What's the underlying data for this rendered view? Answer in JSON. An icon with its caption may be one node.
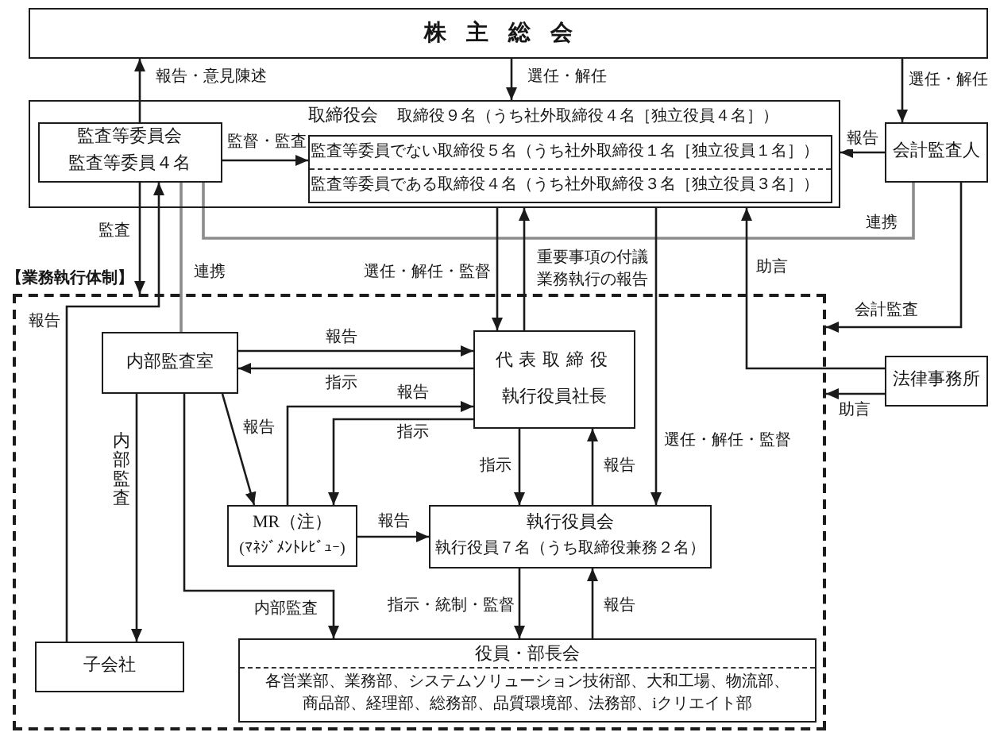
{
  "diagram": {
    "nodes": [
      {
        "text": [
          "株主総会"
        ]
      },
      {
        "text": [
          "取締役会",
          "取締役９名（うち社外取締役４名［独立役員４名］）"
        ]
      },
      {
        "text": [
          "監査等委員会",
          "監査等委員４名"
        ],
        "in": 1
      },
      {
        "text": [
          "監査等委員でない取締役５名（うち社外取締役１名［独立役員１名］）",
          "監査等委員である取締役４名（うち社外取締役３名［独立役員３名］）"
        ],
        "in": 1
      },
      {
        "text": [
          "会計監査人"
        ]
      },
      {
        "text": [
          "【業務執行体制】"
        ]
      },
      {
        "text": [
          "内部監査室"
        ],
        "in": 5
      },
      {
        "text": [
          "代表取締役",
          "執行役員社長"
        ],
        "in": 5
      },
      {
        "text": [
          "MR（注）",
          "(ﾏﾈｼﾞﾒﾝﾄﾚﾋﾞｭｰ)"
        ],
        "in": 5
      },
      {
        "text": [
          "執行役員会",
          "執行役員７名（うち取締役兼務２名）"
        ],
        "in": 5
      },
      {
        "text": [
          "子会社"
        ],
        "in": 5
      },
      {
        "text": [
          "役員・部長会",
          "各営業部、業務部、システムソリューション技術部、大和工場、物流部、商品部、経理部、総務部、品質環境部、法務部、iクリエイト部"
        ],
        "in": 5
      },
      {
        "text": [
          "法律事務所"
        ]
      }
    ],
    "edges": [
      {
        "from": 2,
        "to": 0,
        "arrow": "to",
        "label": "報告・意見陳述"
      },
      {
        "from": 0,
        "to": 1,
        "arrow": "to",
        "label": "選任・解任"
      },
      {
        "from": 0,
        "to": 4,
        "arrow": "to",
        "label": "選任・解任"
      },
      {
        "from": 2,
        "to": 3,
        "arrow": "to",
        "label": "監督・監査"
      },
      {
        "from": 4,
        "to": 1,
        "arrow": "to",
        "label": "報告"
      },
      {
        "from": 4,
        "to": 2,
        "arrow": "none",
        "label": "連携",
        "color": "#8c8c8c"
      },
      {
        "from": 2,
        "to": 6,
        "arrow": "none",
        "label": "連携",
        "color": "#8c8c8c"
      },
      {
        "from": 2,
        "to": 5,
        "arrow": "to",
        "label": "監査"
      },
      {
        "from": 10,
        "to": 2,
        "arrow": "to",
        "label": "報告"
      },
      {
        "from": 1,
        "to": 7,
        "arrow": "to",
        "label": "選任・解任・監督"
      },
      {
        "from": 7,
        "to": 1,
        "arrow": "to",
        "label": "重要事項の付議業務執行の報告"
      },
      {
        "from": 1,
        "to": 9,
        "arrow": "to",
        "label": "選任・解任・監督"
      },
      {
        "from": 12,
        "to": 1,
        "arrow": "to",
        "label": "助言"
      },
      {
        "from": 4,
        "to": 5,
        "arrow": "to",
        "label": "会計監査"
      },
      {
        "from": 12,
        "to": 5,
        "arrow": "to",
        "label": "助言"
      },
      {
        "from": 6,
        "to": 7,
        "arrow": "to",
        "label": "報告"
      },
      {
        "from": 7,
        "to": 6,
        "arrow": "to",
        "label": "指示"
      },
      {
        "from": 8,
        "to": 7,
        "arrow": "to",
        "label": "報告"
      },
      {
        "from": 7,
        "to": 8,
        "arrow": "to",
        "label": "指示"
      },
      {
        "from": 6,
        "to": 8,
        "arrow": "to",
        "label": "報告"
      },
      {
        "from": 6,
        "to": 10,
        "arrow": "to",
        "label": "内部監査"
      },
      {
        "from": 6,
        "to": 11,
        "arrow": "to",
        "label": "内部監査"
      },
      {
        "from": 7,
        "to": 9,
        "arrow": "to",
        "label": "指示"
      },
      {
        "from": 9,
        "to": 7,
        "arrow": "to",
        "label": "報告"
      },
      {
        "from": 8,
        "to": 9,
        "arrow": "to",
        "label": "報告"
      },
      {
        "from": 9,
        "to": 11,
        "arrow": "to",
        "label": "指示・統制・監督"
      },
      {
        "from": 11,
        "to": 9,
        "arrow": "to",
        "label": "報告"
      }
    ]
  }
}
